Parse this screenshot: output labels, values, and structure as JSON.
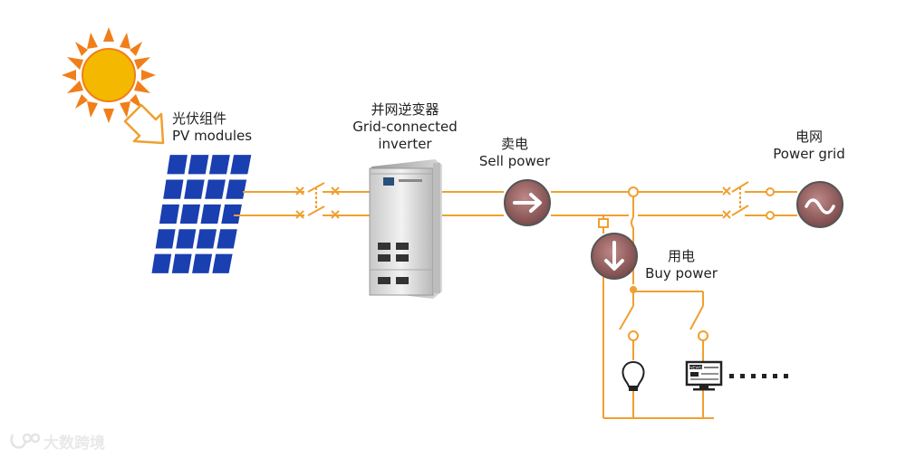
{
  "pv": {
    "zh": "光伏组件",
    "en": "PV modules"
  },
  "inverter": {
    "zh": "并网逆变器",
    "en_line1": "Grid-connected",
    "en_line2": "inverter"
  },
  "sell": {
    "zh": "卖电",
    "en": "Sell power"
  },
  "grid": {
    "zh": "电网",
    "en": "Power grid"
  },
  "buy": {
    "zh": "用电",
    "en": "Buy power"
  },
  "news_sign": "NEWS",
  "watermark": "大数跨境",
  "colors": {
    "wire": "#f0a030",
    "sun": "#f5b800",
    "sun_ray": "#f07f1a",
    "panel": "#1a3fb0",
    "meter_fill": "#a06868"
  }
}
